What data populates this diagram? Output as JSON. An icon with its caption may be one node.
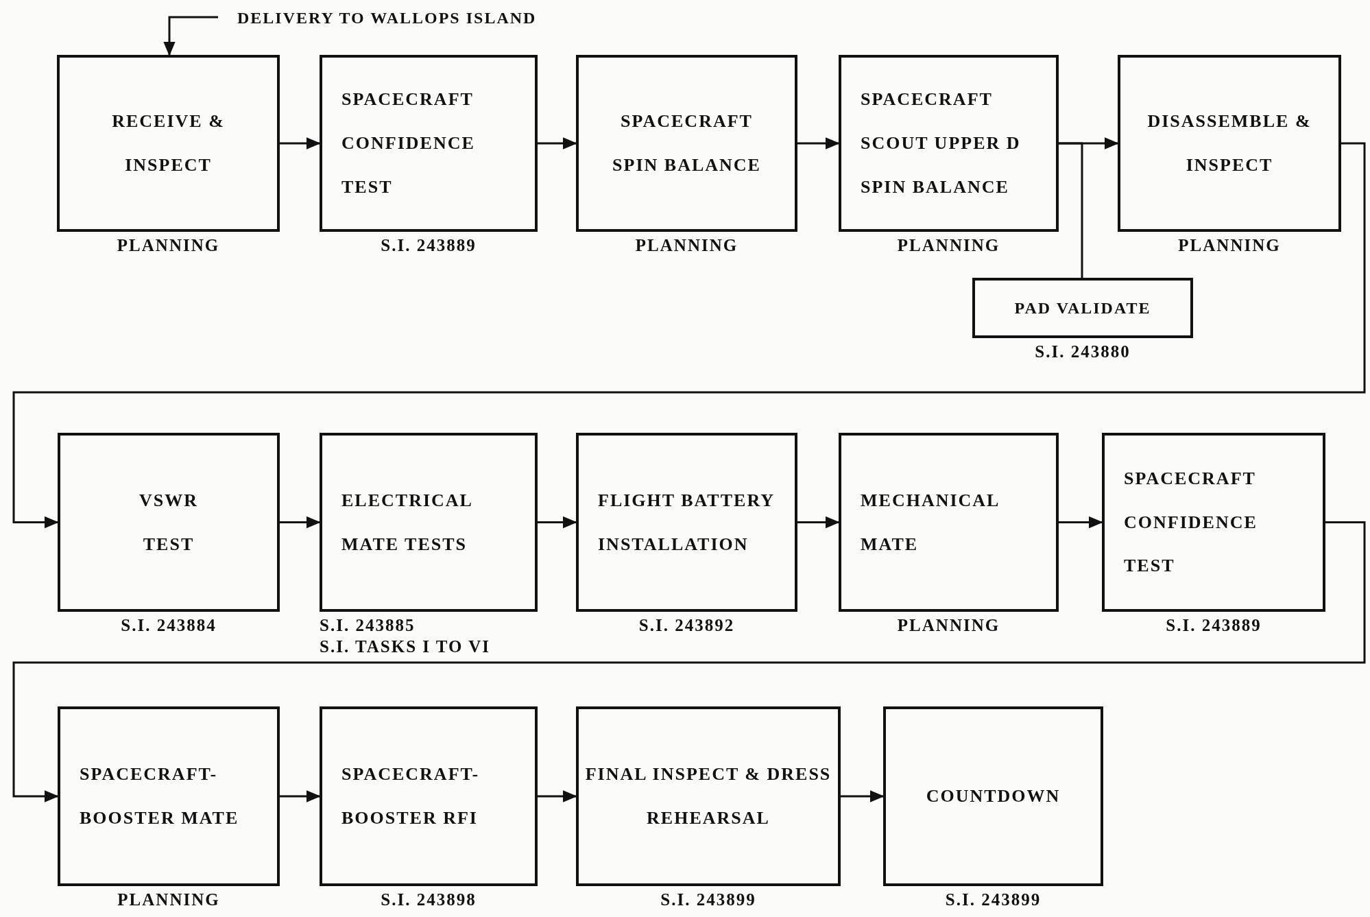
{
  "diagram": {
    "nodes": [
      {
        "text": [
          "DELIVERY TO WALLOPS ISLAND"
        ]
      },
      {
        "text": [
          "RECEIVE & INSPECT"
        ],
        "beside": [
          "PLANNING"
        ]
      },
      {
        "text": [
          "SPACECRAFT CONFIDENCE TEST"
        ],
        "beside": [
          "S.I. 243889"
        ]
      },
      {
        "text": [
          "SPACECRAFT SPIN BALANCE"
        ],
        "beside": [
          "PLANNING"
        ]
      },
      {
        "text": [
          "SPACECRAFT SCOUT UPPER D SPIN BALANCE"
        ],
        "beside": [
          "PLANNING"
        ]
      },
      {
        "text": [
          "DISASSEMBLE & INSPECT"
        ],
        "beside": [
          "PLANNING"
        ]
      },
      {
        "text": [
          "PAD VALIDATE"
        ],
        "beside": [
          "S.I. 243880"
        ]
      },
      {
        "text": [
          "VSWR TEST"
        ],
        "beside": [
          "S.I. 243884"
        ]
      },
      {
        "text": [
          "ELECTRICAL MATE TESTS"
        ],
        "beside": [
          "S.I. 243885",
          "S.I. TASKS I TO VI"
        ]
      },
      {
        "text": [
          "FLIGHT BATTERY INSTALLATION"
        ],
        "beside": [
          "S.I. 243892"
        ]
      },
      {
        "text": [
          "MECHANICAL MATE"
        ],
        "beside": [
          "PLANNING"
        ]
      },
      {
        "text": [
          "SPACECRAFT CONFIDENCE TEST"
        ],
        "beside": [
          "S.I. 243889"
        ]
      },
      {
        "text": [
          "SPACECRAFT- BOOSTER MATE"
        ],
        "beside": [
          "PLANNING"
        ]
      },
      {
        "text": [
          "SPACECRAFT- BOOSTER RFI"
        ],
        "beside": [
          "S.I. 243898"
        ]
      },
      {
        "text": [
          "FINAL INSPECT & DRESS REHEARSAL"
        ],
        "beside": [
          "S.I. 243899"
        ]
      },
      {
        "text": [
          "COUNTDOWN"
        ],
        "beside": [
          "S.I. 243899"
        ]
      }
    ],
    "edges": [
      {
        "from": 0,
        "to": 1,
        "arrow": "to"
      },
      {
        "from": 1,
        "to": 2,
        "arrow": "to"
      },
      {
        "from": 2,
        "to": 3,
        "arrow": "to"
      },
      {
        "from": 3,
        "to": 4,
        "arrow": "to"
      },
      {
        "from": 4,
        "to": 5,
        "arrow": "to"
      },
      {
        "from": 4,
        "to": 6,
        "arrow": "none"
      },
      {
        "from": 5,
        "to": 7,
        "arrow": "to"
      },
      {
        "from": 7,
        "to": 8,
        "arrow": "to"
      },
      {
        "from": 8,
        "to": 9,
        "arrow": "to"
      },
      {
        "from": 9,
        "to": 10,
        "arrow": "to"
      },
      {
        "from": 10,
        "to": 11,
        "arrow": "to"
      },
      {
        "from": 11,
        "to": 12,
        "arrow": "to"
      },
      {
        "from": 12,
        "to": 13,
        "arrow": "to"
      },
      {
        "from": 13,
        "to": 14,
        "arrow": "to"
      },
      {
        "from": 14,
        "to": 15,
        "arrow": "to"
      }
    ]
  }
}
